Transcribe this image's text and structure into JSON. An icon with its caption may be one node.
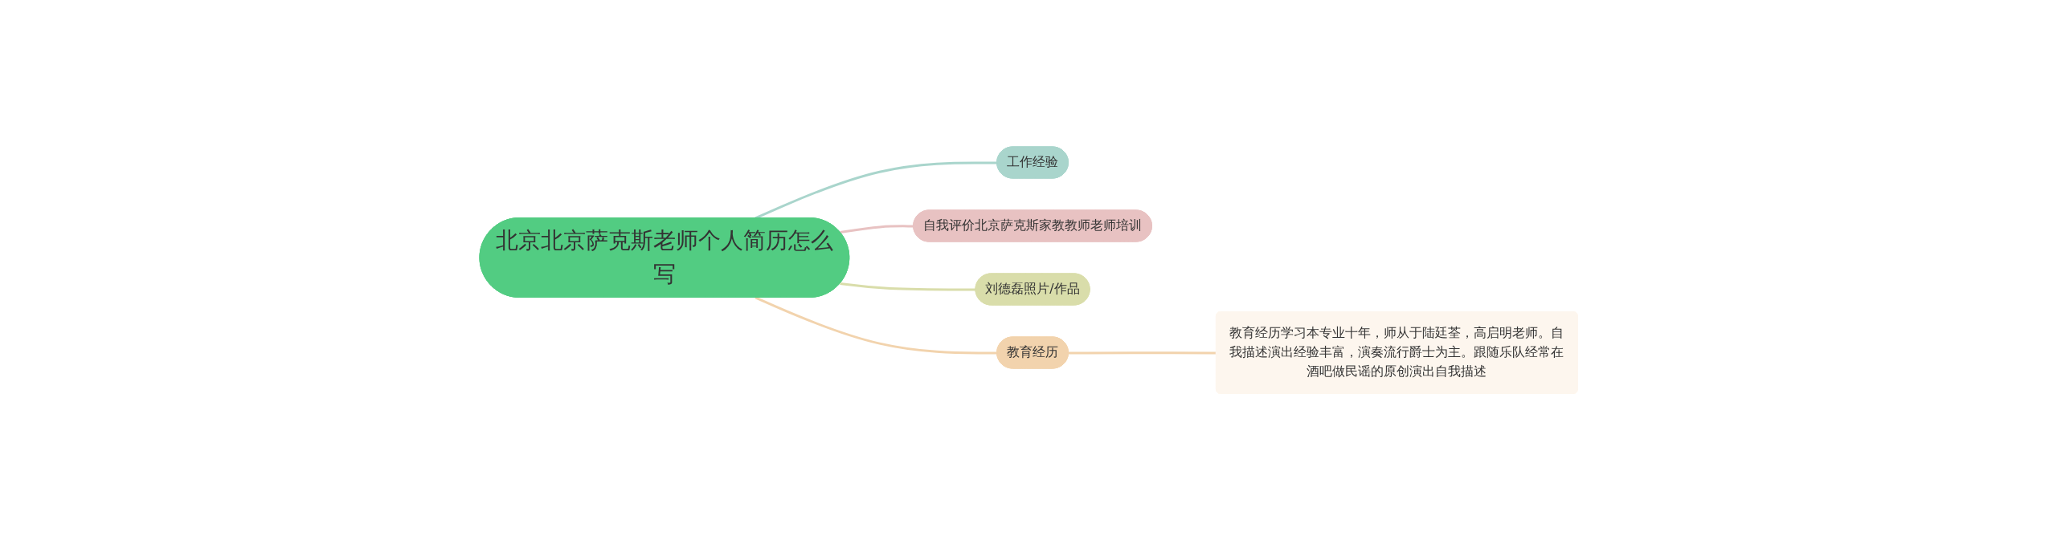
{
  "diagram": {
    "nodes": [
      {
        "text": [
          "北京北京萨克斯老师个人简历怎么写"
        ]
      },
      {
        "text": [
          "工作经验"
        ]
      },
      {
        "text": [
          "自我评价北京萨克斯家教教师老师培训"
        ]
      },
      {
        "text": [
          "刘德磊照片/作品"
        ]
      },
      {
        "text": [
          "教育经历"
        ]
      },
      {
        "text": [
          "教育经历学习本专业十年，师从于陆廷荃，高启明老师。自我描述演出经验丰富，演奏流行爵士为主。跟随乐队经常在酒吧做民谣的原创演出自我描述"
        ]
      }
    ],
    "edges": [
      {
        "from": 0,
        "to": 1,
        "arrow": "none",
        "color": "#a9d5cc"
      },
      {
        "from": 0,
        "to": 2,
        "arrow": "none",
        "color": "#e8c2c2"
      },
      {
        "from": 0,
        "to": 3,
        "arrow": "none",
        "color": "#d9ddaa"
      },
      {
        "from": 0,
        "to": 4,
        "arrow": "none",
        "color": "#f2d3ad"
      },
      {
        "from": 4,
        "to": 5,
        "arrow": "none",
        "color": "#f2d3ad"
      }
    ]
  }
}
